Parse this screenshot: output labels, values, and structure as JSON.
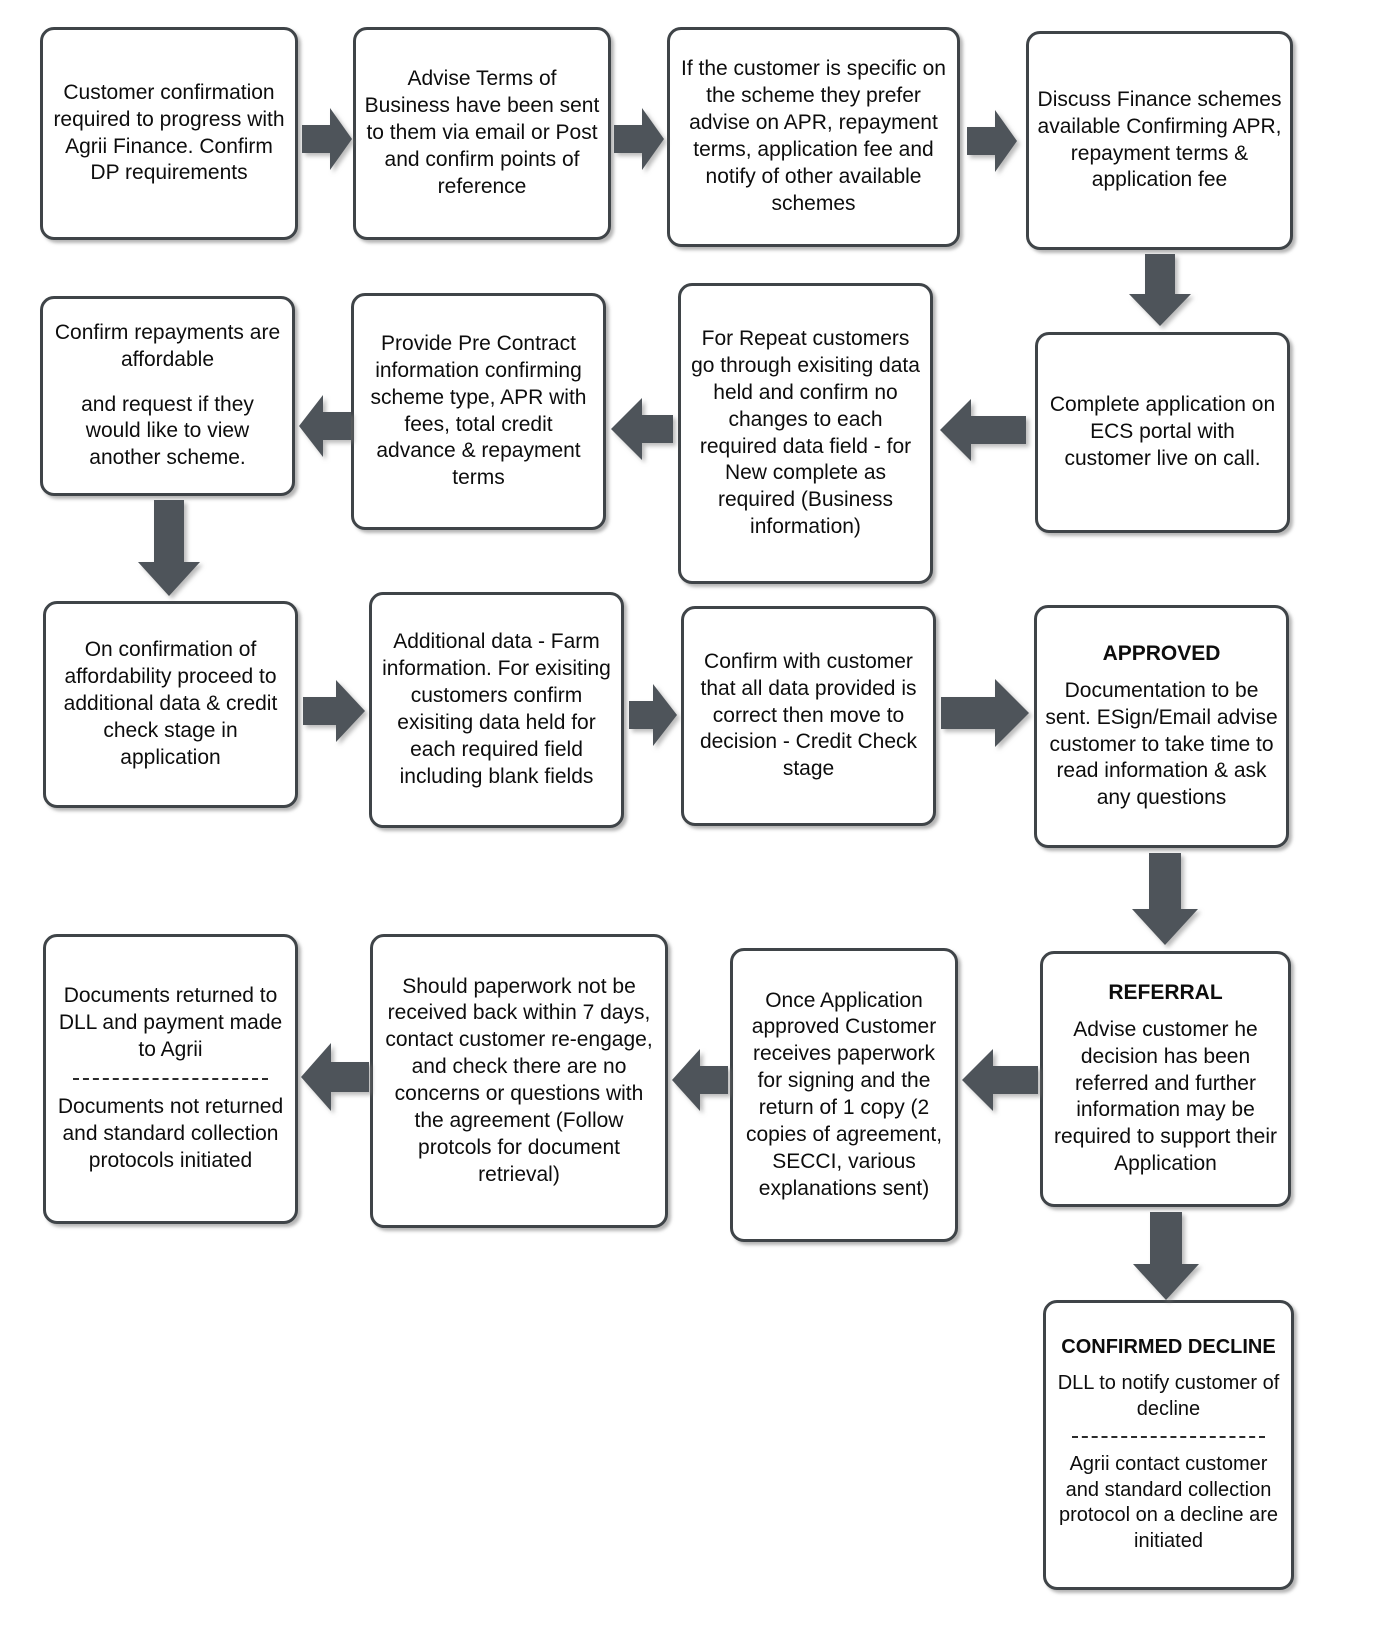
{
  "diagram": {
    "title": "Agrii Finance application process flowchart",
    "accent_color": "#4e545a",
    "border_color": "#3f4448",
    "background": "#ffffff"
  },
  "nodes": {
    "n1": {
      "text": "Customer confirmation required to progress with Agrii Finance. Confirm DP requirements"
    },
    "n2": {
      "text": "Advise Terms of Business have been sent to them via email or Post and confirm points of reference"
    },
    "n3": {
      "text": "If  the customer is specific on the scheme  they prefer advise on APR, repayment terms, application fee and notify of other available schemes"
    },
    "n4": {
      "text": "Discuss Finance schemes available Confirming APR, repayment terms & application fee"
    },
    "n5": {
      "text": "Complete application on ECS portal with customer live on call."
    },
    "n6": {
      "text": "For Repeat customers go through exisiting data held and confirm no changes to each required data field - for New complete as required (Business information)"
    },
    "n7": {
      "text": "Provide Pre Contract information confirming scheme type, APR with fees, total credit advance & repayment terms"
    },
    "n8": {
      "part1": "Confirm repayments are affordable",
      "part2": "and request if they would like to view another scheme."
    },
    "n9": {
      "text": "On confirmation of affordability proceed to additional data & credit check stage in application"
    },
    "n10": {
      "text": "Additional data - Farm information. For exisiting customers confirm exisiting data held for each required field including blank fields"
    },
    "n11": {
      "text": "Confirm with customer that all data provided is correct then move to decision - Credit Check stage"
    },
    "n12": {
      "header": "APPROVED",
      "text": "Documentation to be sent.   ESign/Email advise customer to take time to read information & ask any questions"
    },
    "n13": {
      "header": "REFERRAL",
      "text": "Advise customer he decision has been referred and further information may be required to support their Application"
    },
    "n14": {
      "text": "Once Application approved Customer receives paperwork for signing and the return of 1 copy  (2 copies of agreement, SECCI, various explanations sent)"
    },
    "n15": {
      "text": "Should paperwork not be received back within 7 days, contact customer re-engage, and check there are no concerns or questions with the agreement (Follow protcols for document retrieval)"
    },
    "n16": {
      "part1": "Documents returned to DLL and payment made to Agrii",
      "part2": "Documents not returned and standard collection protocols initiated"
    },
    "n17": {
      "header": "CONFIRMED DECLINE",
      "part1": "DLL to notify customer of decline",
      "part2": "Agrii contact customer and standard collection protocol on a decline are initiated"
    }
  },
  "edges": [
    {
      "id": "e1",
      "from": "n1",
      "to": "n2",
      "direction": "right"
    },
    {
      "id": "e2",
      "from": "n2",
      "to": "n3",
      "direction": "right"
    },
    {
      "id": "e3",
      "from": "n3",
      "to": "n4",
      "direction": "right"
    },
    {
      "id": "e4",
      "from": "n4",
      "to": "n5",
      "direction": "down"
    },
    {
      "id": "e5",
      "from": "n5",
      "to": "n6",
      "direction": "left"
    },
    {
      "id": "e6",
      "from": "n6",
      "to": "n7",
      "direction": "left"
    },
    {
      "id": "e7",
      "from": "n7",
      "to": "n8",
      "direction": "left"
    },
    {
      "id": "e8",
      "from": "n8",
      "to": "n9",
      "direction": "down"
    },
    {
      "id": "e9",
      "from": "n9",
      "to": "n10",
      "direction": "right"
    },
    {
      "id": "e10",
      "from": "n10",
      "to": "n11",
      "direction": "right"
    },
    {
      "id": "e11",
      "from": "n11",
      "to": "n12",
      "direction": "right"
    },
    {
      "id": "e12",
      "from": "n12",
      "to": "n13",
      "direction": "down"
    },
    {
      "id": "e13",
      "from": "n13",
      "to": "n14",
      "direction": "left"
    },
    {
      "id": "e14",
      "from": "n14",
      "to": "n15",
      "direction": "left"
    },
    {
      "id": "e15",
      "from": "n15",
      "to": "n16",
      "direction": "left"
    },
    {
      "id": "e16",
      "from": "n13",
      "to": "n17",
      "direction": "down"
    }
  ]
}
